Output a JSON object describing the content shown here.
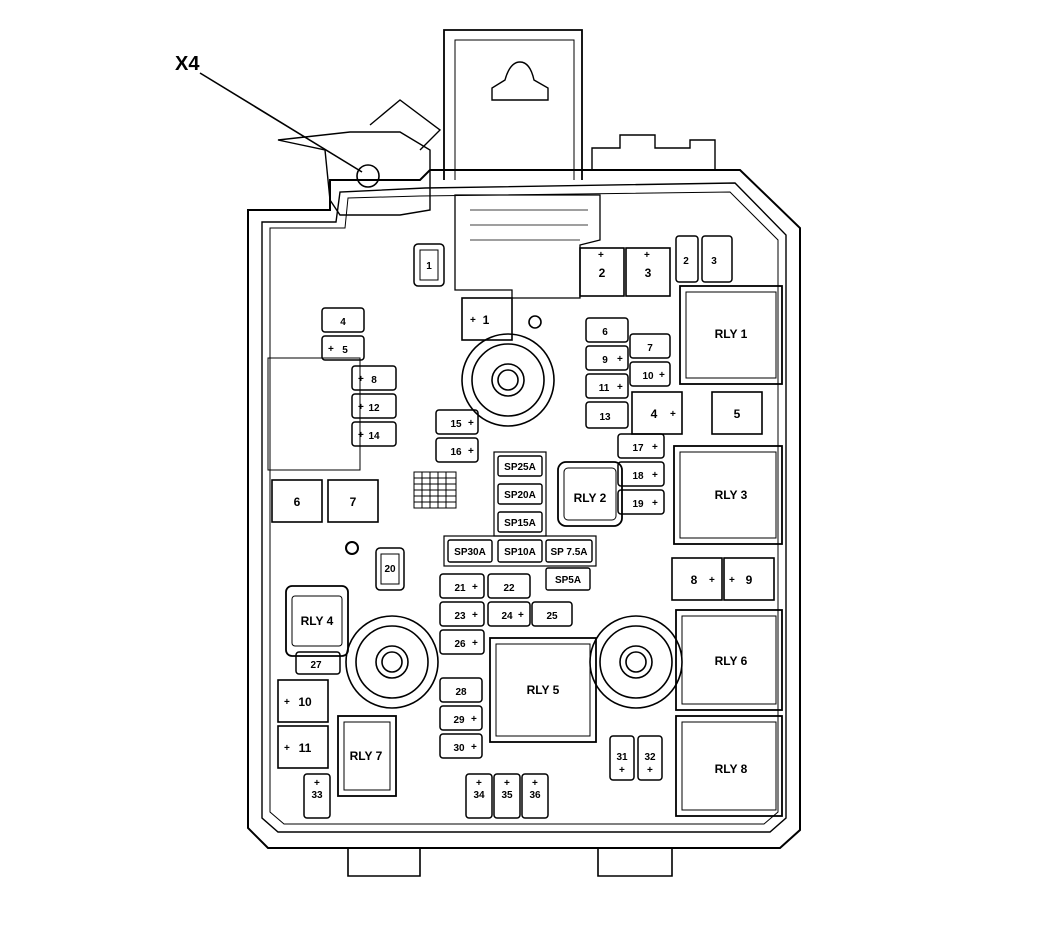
{
  "callout": {
    "label": "X4"
  },
  "relays": [
    {
      "id": "rly1",
      "label": "RLY 1"
    },
    {
      "id": "rly2",
      "label": "RLY 2"
    },
    {
      "id": "rly3",
      "label": "RLY 3"
    },
    {
      "id": "rly4",
      "label": "RLY 4"
    },
    {
      "id": "rly5",
      "label": "RLY 5"
    },
    {
      "id": "rly6",
      "label": "RLY 6"
    },
    {
      "id": "rly7",
      "label": "RLY 7"
    },
    {
      "id": "rly8",
      "label": "RLY 8"
    }
  ],
  "jcase_fuses": [
    {
      "id": "j1",
      "label": "1"
    },
    {
      "id": "j2",
      "label": "2"
    },
    {
      "id": "j3",
      "label": "3"
    },
    {
      "id": "j4",
      "label": "4"
    },
    {
      "id": "j5",
      "label": "5"
    },
    {
      "id": "j6",
      "label": "6"
    },
    {
      "id": "j7",
      "label": "7"
    },
    {
      "id": "j8",
      "label": "8"
    },
    {
      "id": "j9",
      "label": "9"
    },
    {
      "id": "j10",
      "label": "10"
    },
    {
      "id": "j11",
      "label": "11"
    }
  ],
  "mini_fuses": [
    {
      "id": "m1",
      "label": "1"
    },
    {
      "id": "m2",
      "label": "2"
    },
    {
      "id": "m3",
      "label": "3"
    },
    {
      "id": "m4",
      "label": "4"
    },
    {
      "id": "m5",
      "label": "5"
    },
    {
      "id": "m6",
      "label": "6"
    },
    {
      "id": "m7",
      "label": "7"
    },
    {
      "id": "m8",
      "label": "8"
    },
    {
      "id": "m9",
      "label": "9"
    },
    {
      "id": "m10",
      "label": "10"
    },
    {
      "id": "m11",
      "label": "11"
    },
    {
      "id": "m12",
      "label": "12"
    },
    {
      "id": "m13",
      "label": "13"
    },
    {
      "id": "m14",
      "label": "14"
    },
    {
      "id": "m15",
      "label": "15"
    },
    {
      "id": "m16",
      "label": "16"
    },
    {
      "id": "m17",
      "label": "17"
    },
    {
      "id": "m18",
      "label": "18"
    },
    {
      "id": "m19",
      "label": "19"
    },
    {
      "id": "m20",
      "label": "20"
    },
    {
      "id": "m21",
      "label": "21"
    },
    {
      "id": "m22",
      "label": "22"
    },
    {
      "id": "m23",
      "label": "23"
    },
    {
      "id": "m24",
      "label": "24"
    },
    {
      "id": "m25",
      "label": "25"
    },
    {
      "id": "m26",
      "label": "26"
    },
    {
      "id": "m27",
      "label": "27"
    },
    {
      "id": "m28",
      "label": "28"
    },
    {
      "id": "m29",
      "label": "29"
    },
    {
      "id": "m30",
      "label": "30"
    },
    {
      "id": "m31",
      "label": "31"
    },
    {
      "id": "m32",
      "label": "32"
    },
    {
      "id": "m33",
      "label": "33"
    },
    {
      "id": "m34",
      "label": "34"
    },
    {
      "id": "m35",
      "label": "35"
    },
    {
      "id": "m36",
      "label": "36"
    }
  ],
  "spare_fuses": [
    {
      "id": "sp25",
      "label": "SP25A"
    },
    {
      "id": "sp20",
      "label": "SP20A"
    },
    {
      "id": "sp15",
      "label": "SP15A"
    },
    {
      "id": "sp30",
      "label": "SP30A"
    },
    {
      "id": "sp10",
      "label": "SP10A"
    },
    {
      "id": "sp75",
      "label": "SP 7.5A"
    },
    {
      "id": "sp5",
      "label": "SP5A"
    }
  ],
  "plus_sign": "+",
  "colors": {
    "line": "#000000",
    "fill": "#ffffff",
    "shade": "#e8e8e8"
  }
}
